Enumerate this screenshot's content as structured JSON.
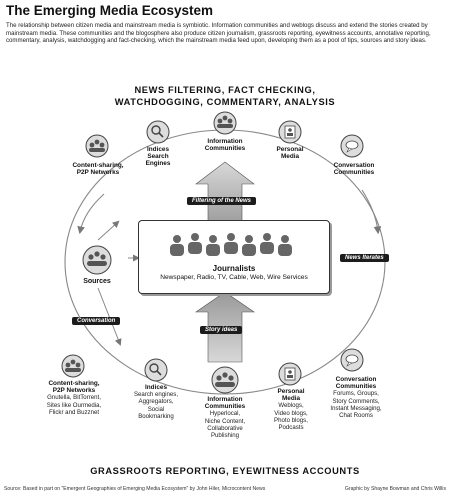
{
  "title": "The Emerging Media Ecosystem",
  "intro": "The relationship between citizen media and mainstream media is symbiotic. Information communities and weblogs discuss and extend the stories created by mainstream media. These communities and the blogosphere also produce citizen journalism, grassroots reporting, eyewitness accounts, annotative reporting, commentary, analysis, watchdogging and fact-checking, which the mainstream media feed upon, developing them as a pool of tips, sources and story ideas.",
  "top_band": "NEWS FILTERING, FACT CHECKING,\nWATCHDOGGING, COMMENTARY, ANALYSIS",
  "bottom_band": "GRASSROOTS REPORTING, EYEWITNESS ACCOUNTS",
  "top_nodes": {
    "content_sharing": "Content-sharing,\nP2P Networks",
    "indices": "Indices\nSearch\nEngines",
    "information_communities": "Information\nCommunities",
    "personal_media": "Personal\nMedia",
    "conversation_communities": "Conversation\nCommunities"
  },
  "sources": "Sources",
  "journalists": {
    "title": "Journalists",
    "subtitle": "Newspaper, Radio, TV, Cable, Web, Wire Services"
  },
  "tags": {
    "filtering": "Filtering of the News",
    "news_iterates": "News Iterates",
    "conversation": "Conversation",
    "story_ideas": "Story ideas"
  },
  "bottom_nodes": {
    "content_sharing": {
      "title": "Content-sharing,\nP2P Networks",
      "detail": "Gnutella, BitTorrent,\nSites like Ourmedia,\nFlickr and Buzznet"
    },
    "indices": {
      "title": "Indices",
      "detail": "Search engines,\nAggregators,\nSocial\nBookmarking"
    },
    "information_communities": {
      "title": "Information\nCommunities",
      "detail": "Hyperlocal,\nNiche Content,\nCollaborative\nPublishing"
    },
    "personal_media": {
      "title": "Personal\nMedia",
      "detail": "Weblogs,\nVideo blogs,\nPhoto blogs,\nPodcasts"
    },
    "conversation_communities": {
      "title": "Conversation\nCommunities",
      "detail": "Forums, Groups,\nStory Comments,\nInstant Messaging,\nChat Rooms"
    }
  },
  "footer": {
    "source": "Source: Based in part on \"Emergent Geographies of Emerging Media Ecosystem\" by John Hiler, Microcontent News",
    "credit": "Graphic by Shayne Bowman and Chris Willis"
  }
}
